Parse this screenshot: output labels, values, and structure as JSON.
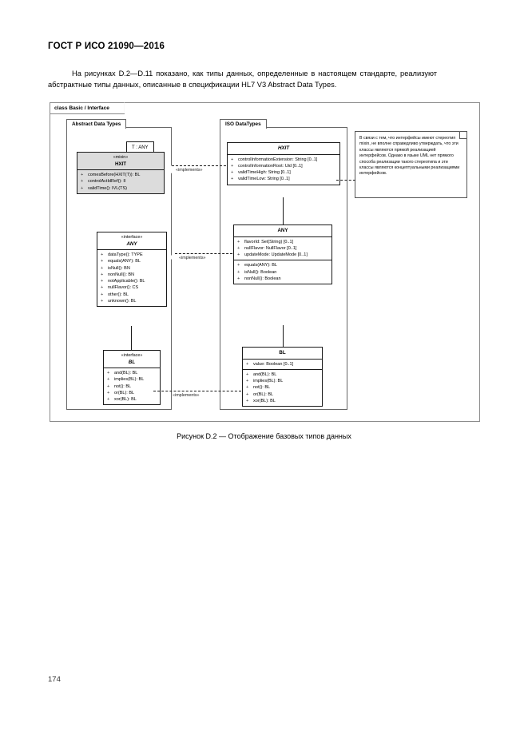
{
  "document": {
    "header": "ГОСТ Р ИСО 21090—2016",
    "intro_paragraph": "На рисунках D.2—D.11 показано, как типы данных, определенные в настоящем стандарте, реализуют абстрактные типы данных, описанные в спецификации HL7 V3 Abstract Data Types.",
    "figure_caption": "Рисунок D.2 — Отображение базовых типов данных",
    "page_number": "174"
  },
  "diagram": {
    "frame_label": "class Basic / Interface",
    "packages": [
      {
        "id": "abstract",
        "label": "Abstract Data Types"
      },
      {
        "id": "iso",
        "label": "ISO DataTypes"
      }
    ],
    "template_parameter": "T : ANY",
    "classes": {
      "hxit_abstract": {
        "stereotype": "«mixin»",
        "name": "HXIT",
        "members": [
          {
            "vis": "+",
            "text": "comesBefore(HXIT(T)): BL"
          },
          {
            "vis": "+",
            "text": "controlActIdRef(): II"
          },
          {
            "vis": "+",
            "text": "validTime(): IVL(TS)"
          }
        ]
      },
      "any_abstract": {
        "stereotype": "«interface»",
        "name": "ANY",
        "members": [
          {
            "vis": "+",
            "text": "dataType(): TYPE"
          },
          {
            "vis": "+",
            "text": "equals(ANY): BL"
          },
          {
            "vis": "+",
            "text": "isNull(): BN"
          },
          {
            "vis": "+",
            "text": "nonNull(): BN"
          },
          {
            "vis": "+",
            "text": "notApplicable(): BL"
          },
          {
            "vis": "+",
            "text": "nullFlavor(): CS"
          },
          {
            "vis": "+",
            "text": "other(): BL"
          },
          {
            "vis": "+",
            "text": "unknown(): BL"
          }
        ]
      },
      "bl_abstract": {
        "stereotype": "«interface»",
        "name": "BL",
        "members": [
          {
            "vis": "+",
            "text": "and(BL): BL"
          },
          {
            "vis": "+",
            "text": "implies(BL): BL"
          },
          {
            "vis": "+",
            "text": "not(): BL"
          },
          {
            "vis": "+",
            "text": "or(BL): BL"
          },
          {
            "vis": "+",
            "text": "xor(BL): BL"
          }
        ]
      },
      "hxit_iso": {
        "name": "HXIT",
        "attributes": [
          {
            "vis": "+",
            "text": "controlInformationExtension: String [0..1]"
          },
          {
            "vis": "+",
            "text": "controlInformationRoot: Uid [0..1]"
          },
          {
            "vis": "+",
            "text": "validTimeHigh: String [0..1]"
          },
          {
            "vis": "+",
            "text": "validTimeLow: String [0..1]"
          }
        ]
      },
      "any_iso": {
        "name": "ANY",
        "attributes": [
          {
            "vis": "+",
            "text": "flavorId: Set(String) [0..1]"
          },
          {
            "vis": "+",
            "text": "nullFlavor: NullFlavor [0..1]"
          },
          {
            "vis": "+",
            "text": "updateMode: UpdateMode [0..1]"
          }
        ],
        "operations": [
          {
            "vis": "+",
            "text": "equals(ANY): BL"
          },
          {
            "vis": "+",
            "text": "isNull(): Boolean"
          },
          {
            "vis": "+",
            "text": "nonNull(): Boolean"
          }
        ]
      },
      "bl_iso": {
        "name": "BL",
        "attributes": [
          {
            "vis": "+",
            "text": "value: Boolean [0..1]"
          }
        ],
        "operations": [
          {
            "vis": "+",
            "text": "and(BL): BL"
          },
          {
            "vis": "+",
            "text": "implies(BL): BL"
          },
          {
            "vis": "+",
            "text": "not(): BL"
          },
          {
            "vis": "+",
            "text": "or(BL): BL"
          },
          {
            "vis": "+",
            "text": "xor(BL): BL"
          }
        ]
      }
    },
    "edge_labels": {
      "implements_hxit": "«implements»",
      "implements_any": "«implements»",
      "implements_bl": "«implements»"
    },
    "note": "В связи с тем, что интерфейсы имеют стереотип mixin, не вполне справедливо утверждать, что эти классы являются прямой реализацией интерфейсов. Однако в языке UML нет прямого способа реализации такого стереотипа и эти классы являются концептуальными реализациями интерфейсов."
  }
}
